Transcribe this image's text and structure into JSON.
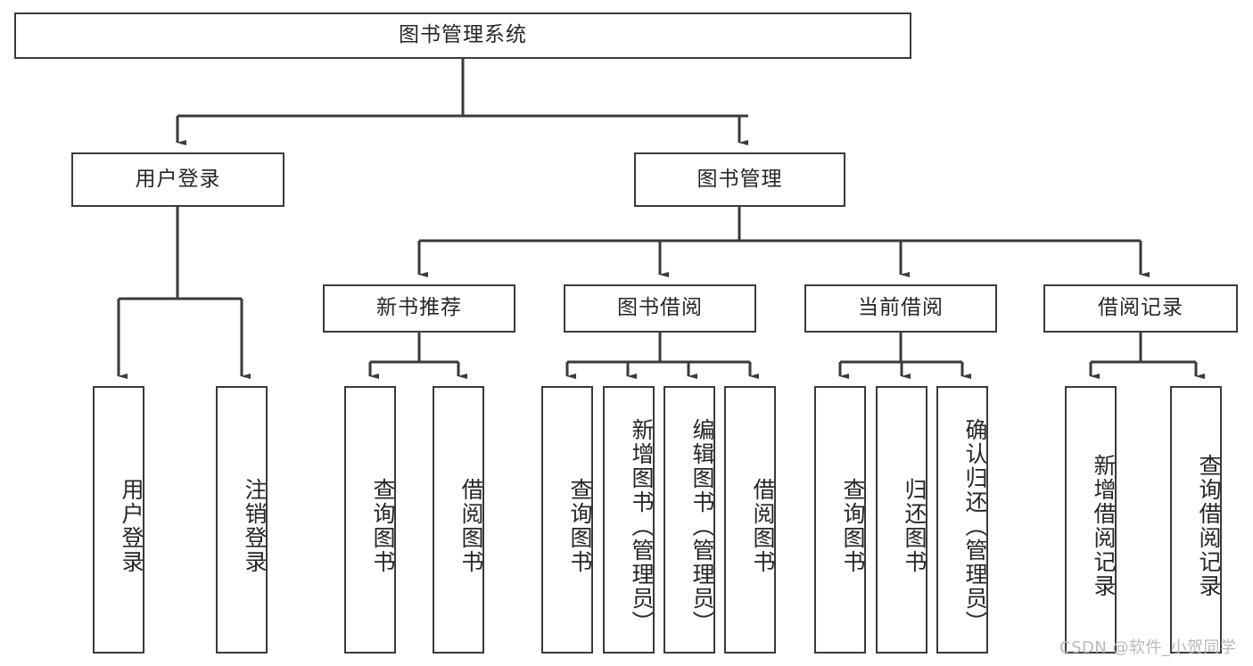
{
  "diagram": {
    "title": "图书管理系统",
    "type": "tree",
    "colors": {
      "stroke": "#3a3a3a",
      "fill": "#ffffff",
      "text": "#262626",
      "watermark": "#b9b9b9"
    },
    "root": {
      "label": "图书管理系统"
    },
    "level1": [
      {
        "label": "用户登录"
      },
      {
        "label": "图书管理"
      }
    ],
    "level2": [
      {
        "label": "新书推荐"
      },
      {
        "label": "图书借阅"
      },
      {
        "label": "当前借阅"
      },
      {
        "label": "借阅记录"
      }
    ],
    "leaves": {
      "user_login": [
        {
          "label": "用户登录"
        },
        {
          "label": "注销登录"
        }
      ],
      "new_books": [
        {
          "label": "查询图书"
        },
        {
          "label": "借阅图书"
        }
      ],
      "book_borrow": [
        {
          "label": "查询图书"
        },
        {
          "label": "新增图书（管理员）"
        },
        {
          "label": "编辑图书（管理员）"
        },
        {
          "label": "借阅图书"
        }
      ],
      "current_borrow": [
        {
          "label": "查询图书"
        },
        {
          "label": "归还图书"
        },
        {
          "label": "确认归还（管理员）"
        }
      ],
      "borrow_records": [
        {
          "label": "新增借阅记录"
        },
        {
          "label": "查询借阅记录"
        }
      ]
    }
  },
  "watermark": {
    "text": "CSDN @软件_小贺同学"
  }
}
